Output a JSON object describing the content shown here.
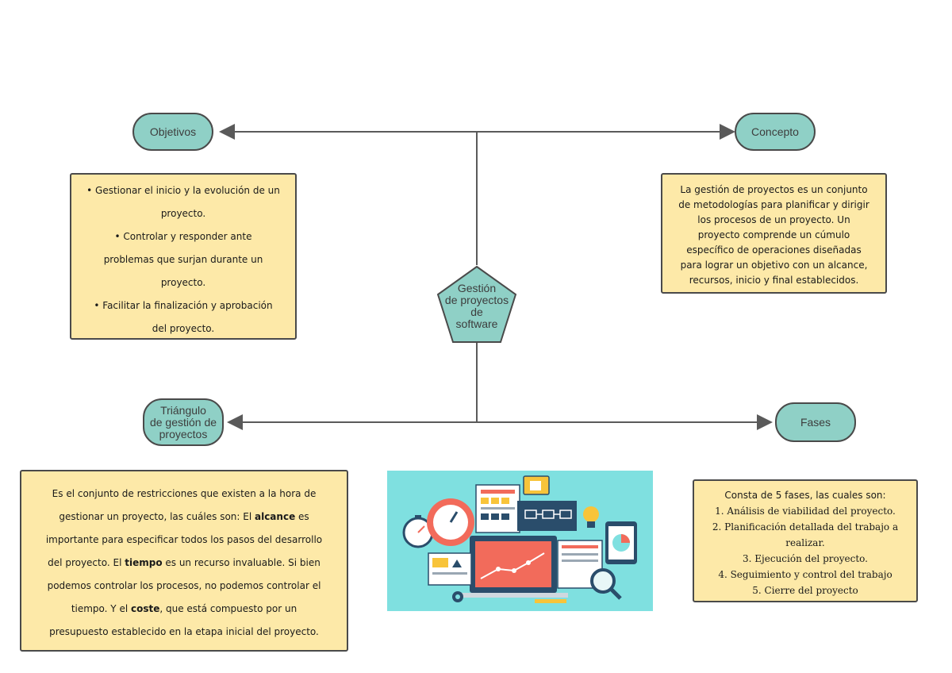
{
  "center": {
    "label_lines": [
      "Gestión",
      "de proyectos",
      "de",
      "software"
    ]
  },
  "nodes": {
    "objetivos": "Objetivos",
    "concepto": "Concepto",
    "triangulo_lines": [
      "Triángulo",
      "de gestión de",
      "proyectos"
    ],
    "fases": "Fases"
  },
  "objetivos_box": {
    "lines": [
      "• Gestionar el inicio y la evolución de un",
      "proyecto.",
      "• Controlar y responder ante",
      "problemas que surjan durante un",
      "proyecto.",
      "• Facilitar la finalización y aprobación",
      "del proyecto."
    ]
  },
  "concepto_box": {
    "lines": [
      "La gestión de proyectos es un conjunto",
      "de metodologías para planificar y dirigir",
      "los procesos de un proyecto. Un",
      "proyecto comprende un cúmulo",
      "específico de operaciones diseñadas",
      "para lograr un objetivo con un alcance,",
      "recursos, inicio y final establecidos."
    ]
  },
  "triangulo_box": {
    "l1": "Es el conjunto de restricciones que existen a la hora de",
    "l2a": "gestionar un proyecto, las cuáles son: El ",
    "l2b": "alcance",
    "l2c": " es",
    "l3": "importante para especificar todos los pasos del desarrollo",
    "l4a": "del proyecto. El ",
    "l4b": "tiempo",
    "l4c": " es un recurso invaluable. Si bien",
    "l5": "podemos controlar los procesos, no podemos controlar el",
    "l6a": "tiempo. Y el ",
    "l6b": "coste",
    "l6c": ", que está compuesto por un",
    "l7": "presupuesto establecido en la etapa inicial del proyecto."
  },
  "fases_box": {
    "intro": "Consta de 5 fases, las cuales son:",
    "lines": [
      "1. Análisis de viabilidad del proyecto.",
      "2. Planificación detallada del trabajo a",
      "realizar.",
      "3. Ejecución del proyecto.",
      "4. Seguimiento y control del trabajo",
      "5. Cierre del proyecto"
    ]
  },
  "colors": {
    "node_fill": "#8fd0c6",
    "box_fill": "#fde9a8",
    "line": "#5a5a5a",
    "illustration_bg": "#7fe0e0"
  }
}
